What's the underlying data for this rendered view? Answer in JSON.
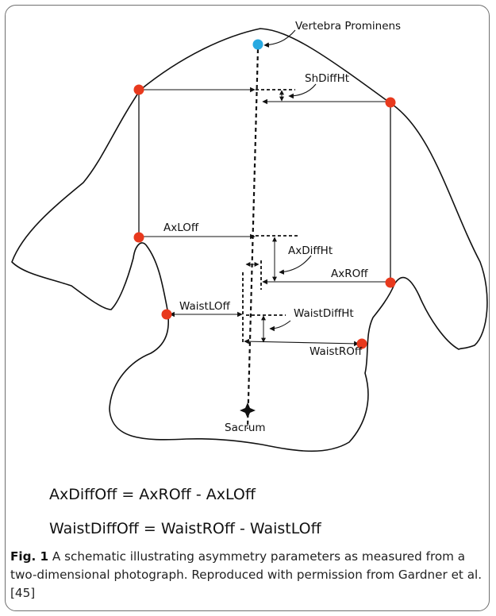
{
  "figure": {
    "labels": {
      "vertebra_prominens": "Vertebra Prominens",
      "sh_diff_ht": "ShDiffHt",
      "ax_l_off": "AxLOff",
      "ax_diff_ht": "AxDiffHt",
      "ax_r_off": "AxROff",
      "waist_l_off": "WaistLOff",
      "waist_diff_ht": "WaistDiffHt",
      "waist_r_off": "WaistROff",
      "sacrum": "Sacrum"
    },
    "formulas": {
      "ax_diff_off": "AxDiffOff = AxROff - AxLOff",
      "waist_diff_off": "WaistDiffOff = WaistROff - WaistLOff"
    },
    "colors": {
      "landmark": "#e8391d",
      "vertebra_marker": "#27a9e1",
      "outline": "#111111"
    }
  },
  "caption": {
    "label": "Fig. 1",
    "text": "A schematic illustrating asymmetry parameters as measured from a two-dimensional photograph. Reproduced with permission from Gardner et al. [45]"
  }
}
